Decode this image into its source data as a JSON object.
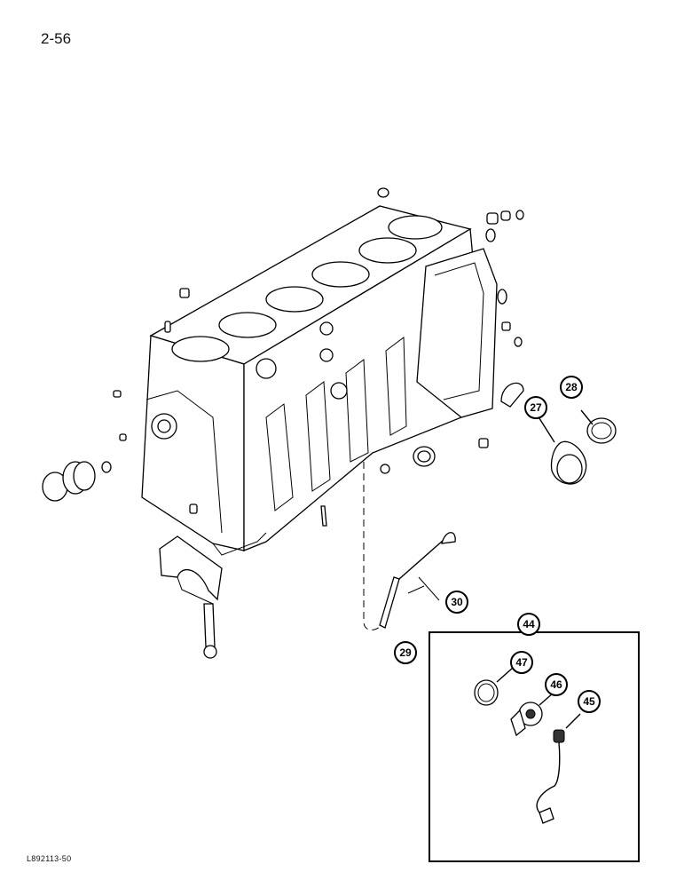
{
  "page": {
    "number": "2-56",
    "figure_code": "L892113-50"
  },
  "callouts": [
    {
      "id": "c27",
      "label": "27"
    },
    {
      "id": "c28",
      "label": "28"
    },
    {
      "id": "c29",
      "label": "29"
    },
    {
      "id": "c30",
      "label": "30"
    },
    {
      "id": "c44",
      "label": "44"
    },
    {
      "id": "c45",
      "label": "45"
    },
    {
      "id": "c46",
      "label": "46"
    },
    {
      "id": "c47",
      "label": "47"
    }
  ]
}
